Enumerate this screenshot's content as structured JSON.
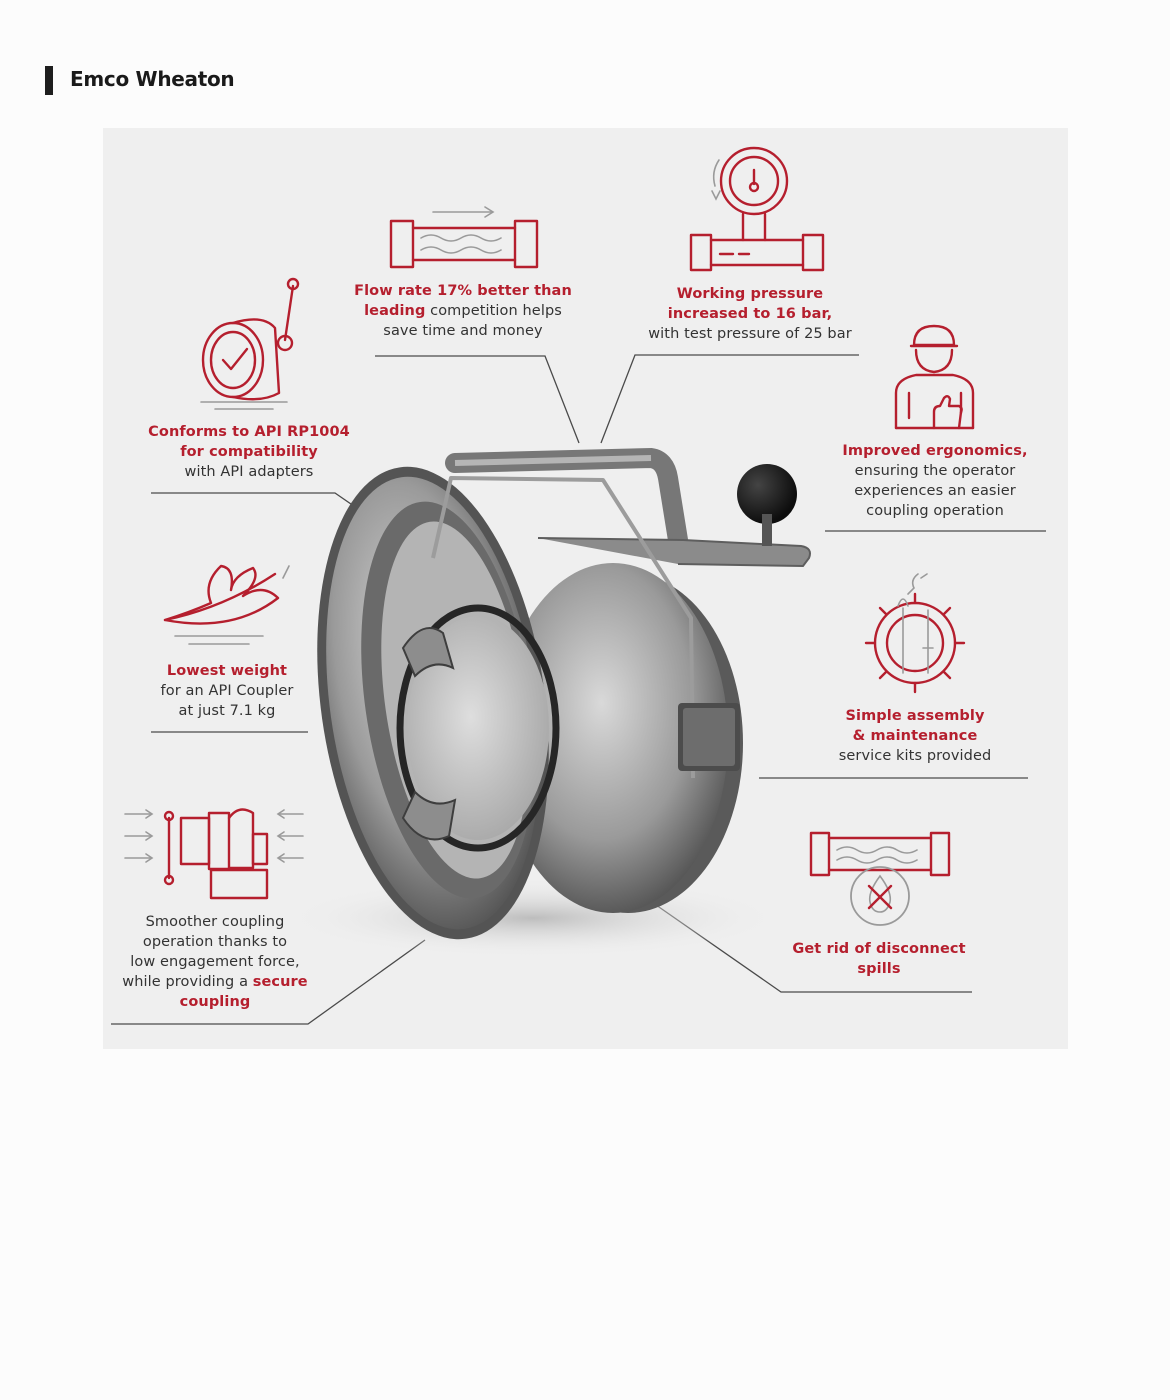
{
  "header": {
    "brand": "Emco Wheaton"
  },
  "colors": {
    "accent": "#b51f2e",
    "text": "#333333",
    "panel": "#efefef"
  },
  "product_image": {
    "icon": "dry-disconnect-coupler-photo"
  },
  "features": [
    {
      "icon": "pipe-flow-icon",
      "line1_hl": "Flow rate 17% better than",
      "line2_hl": "leading",
      "line2_rest": " competition helps",
      "line3": "save time and money"
    },
    {
      "icon": "pressure-gauge-icon",
      "line1_hl": "Working pressure",
      "line2_hl": "increased to 16 bar,",
      "line3": "with test pressure of 25 bar"
    },
    {
      "icon": "api-checkmark-coupler-icon",
      "line1_hl": "Conforms to API RP1004",
      "line2_hl": "for compatibility",
      "line3": "with API adapters"
    },
    {
      "icon": "operator-thumbs-up-icon",
      "line1_hl": "Improved ergonomics,",
      "line2": "ensuring the operator",
      "line3": "experiences an easier",
      "line4": "coupling operation"
    },
    {
      "icon": "feather-icon",
      "line1_hl": "Lowest weight",
      "line2": "for an API Coupler",
      "line3": "at just 7.1 kg"
    },
    {
      "icon": "gear-tools-icon",
      "line1_hl": "Simple assembly",
      "line2_hl": "& maintenance",
      "line3": "service kits provided"
    },
    {
      "icon": "coupling-force-icon",
      "line1": "Smoother coupling",
      "line2": "operation thanks to",
      "line3": "low engagement force,",
      "line4_pre": "while providing a ",
      "line4_hl": "secure",
      "line5_hl": "coupling"
    },
    {
      "icon": "no-spill-icon",
      "line1_hl": "Get rid of disconnect",
      "line2_hl": "spills"
    }
  ]
}
